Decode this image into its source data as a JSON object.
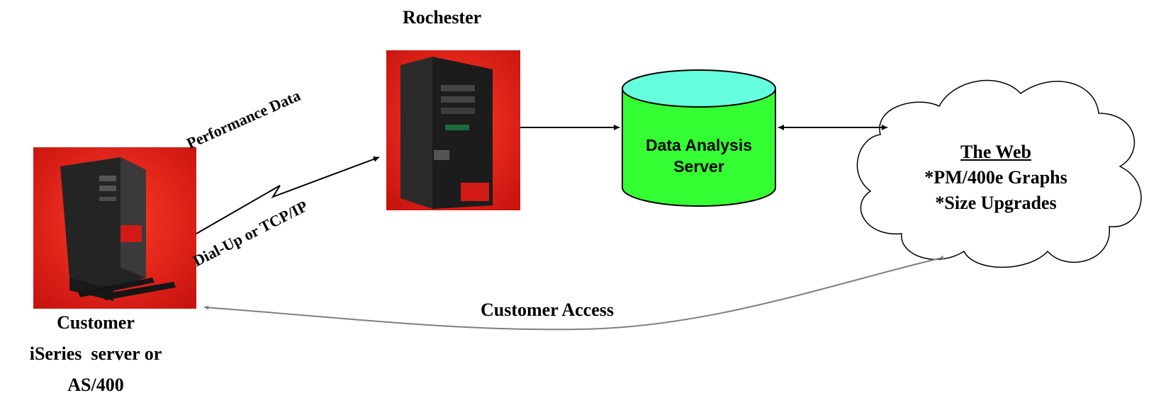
{
  "diagram": {
    "nodes": {
      "rochester": {
        "label": "Rochester"
      },
      "customer": {
        "lines": [
          "Customer",
          "iSeries  server or",
          "AS/400"
        ]
      },
      "data_analysis_server": {
        "lines": [
          "Data Analysis",
          "Server"
        ]
      },
      "web": {
        "title": "The Web",
        "items": [
          "*PM/400e Graphs",
          "*Size Upgrades"
        ]
      }
    },
    "edges": {
      "performance": {
        "label": "Performance Data"
      },
      "dialup": {
        "label": "Dial-Up or TCP/IP"
      },
      "customer_access": {
        "label": "Customer Access"
      }
    },
    "colors": {
      "server_background": "#e21f1a",
      "cylinder_body": "#33ff33",
      "cylinder_top": "#66ffdd",
      "arrow_black": "#000000",
      "arrow_grey": "#7f7f7f"
    }
  }
}
